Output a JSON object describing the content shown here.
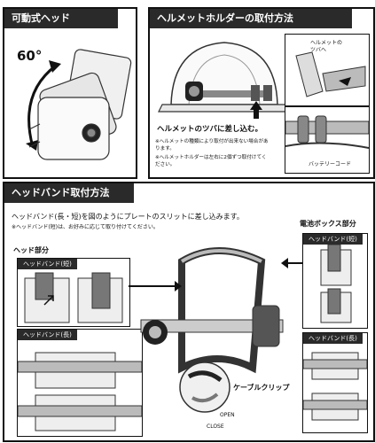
{
  "panel1": {
    "title": "可動式ヘッド",
    "angle": "60°"
  },
  "panel2": {
    "title": "ヘルメットホルダーの取付方法",
    "callout_visor": "ヘルメットの\nツバへ",
    "insert_caption": "ヘルメットのツバに差し込む。",
    "notes": [
      "※ヘルメットの種類により取付が出来ない場合があります。",
      "※ヘルメットホルダーは左右に2個ずつ取付けてください。"
    ],
    "battery_cord": "バッテリーコード"
  },
  "panel3": {
    "title": "ヘッドバンド取付方法",
    "instruction": "ヘッドバンド(長・短)を図のようにプレートのスリットに差し込みます。",
    "note": "※ヘッドバンド(短)は、お好みに応じて取り付けてください。",
    "head_part": "ヘッド部分",
    "battery_part": "電池ボックス部分",
    "band_short": "ヘッドバンド(短)",
    "band_long": "ヘッドバンド(長)",
    "cable_clip": "ケーブルクリップ",
    "open": "OPEN",
    "close": "CLOSE"
  }
}
